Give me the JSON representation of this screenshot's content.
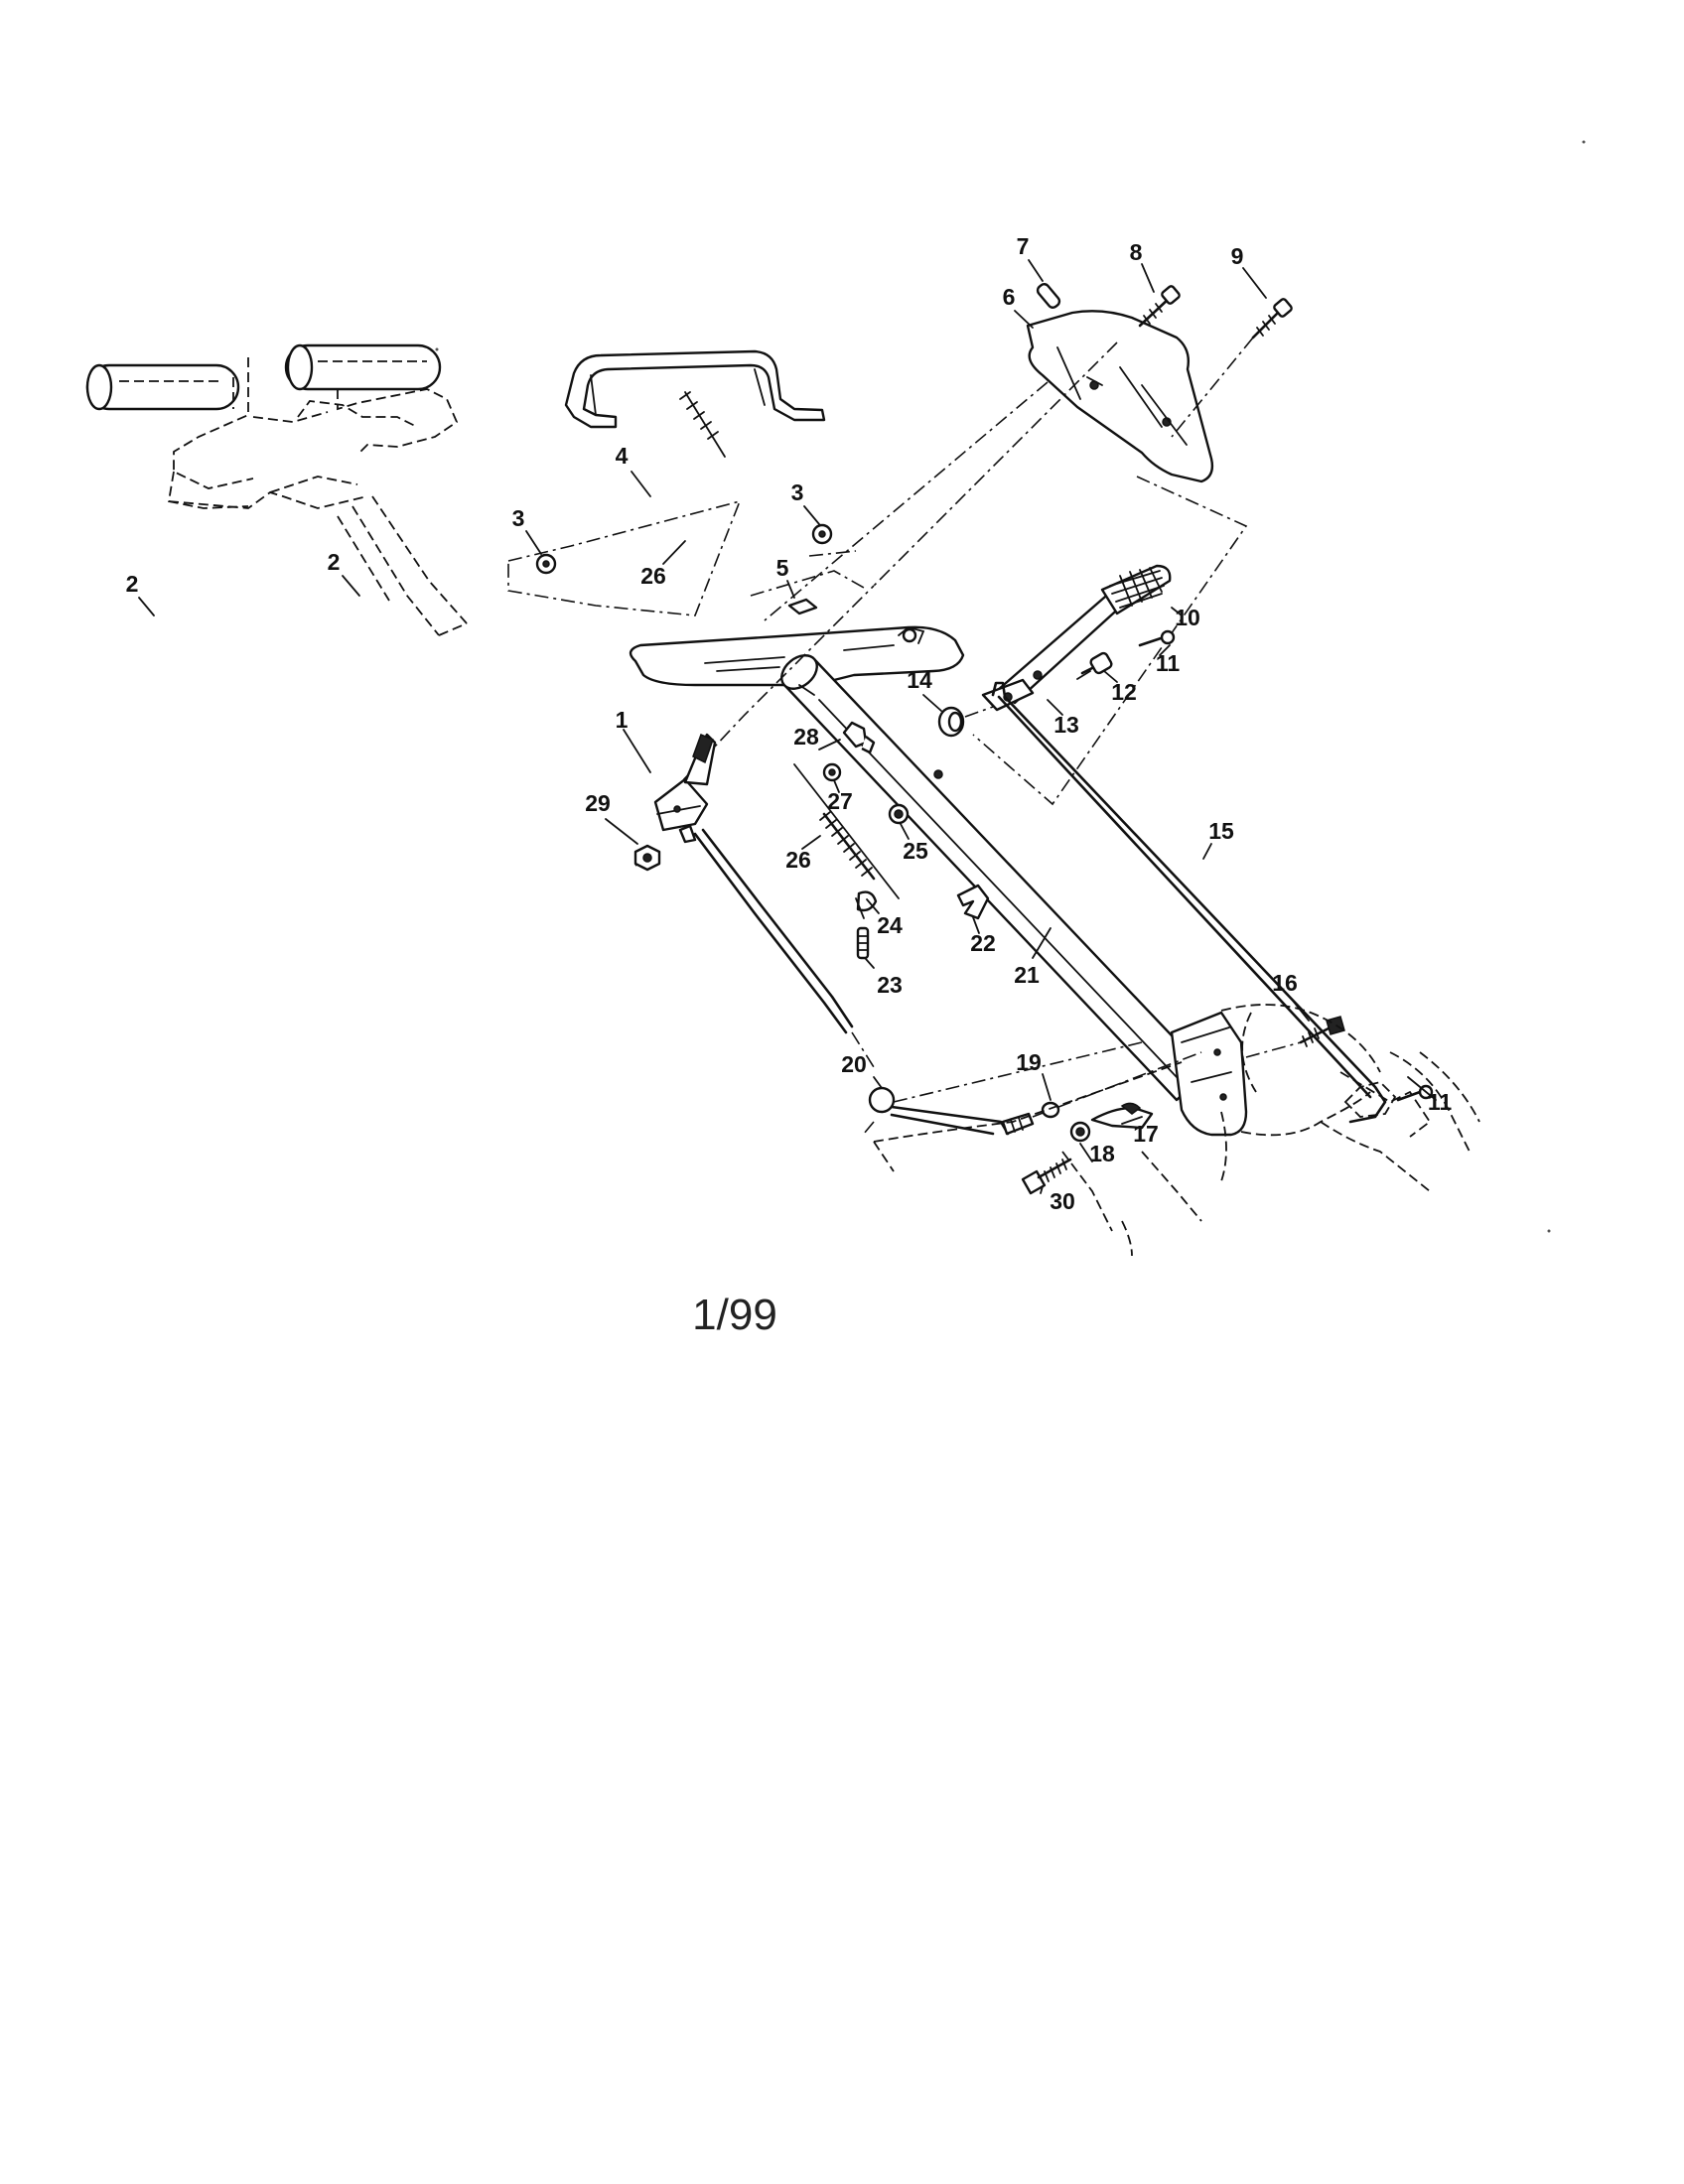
{
  "footer": {
    "page_code": "1/99"
  },
  "callouts": [
    {
      "label": "1"
    },
    {
      "label": "2"
    },
    {
      "label": "2"
    },
    {
      "label": "3"
    },
    {
      "label": "3"
    },
    {
      "label": "4"
    },
    {
      "label": "5"
    },
    {
      "label": "6"
    },
    {
      "label": "7"
    },
    {
      "label": "8"
    },
    {
      "label": "9"
    },
    {
      "label": "10"
    },
    {
      "label": "11"
    },
    {
      "label": "11"
    },
    {
      "label": "12"
    },
    {
      "label": "13"
    },
    {
      "label": "14"
    },
    {
      "label": "15"
    },
    {
      "label": "16"
    },
    {
      "label": "17"
    },
    {
      "label": "18"
    },
    {
      "label": "19"
    },
    {
      "label": "20"
    },
    {
      "label": "21"
    },
    {
      "label": "22"
    },
    {
      "label": "23"
    },
    {
      "label": "24"
    },
    {
      "label": "25"
    },
    {
      "label": "26"
    },
    {
      "label": "26"
    },
    {
      "label": "27"
    },
    {
      "label": "28"
    },
    {
      "label": "29"
    },
    {
      "label": "30"
    }
  ]
}
